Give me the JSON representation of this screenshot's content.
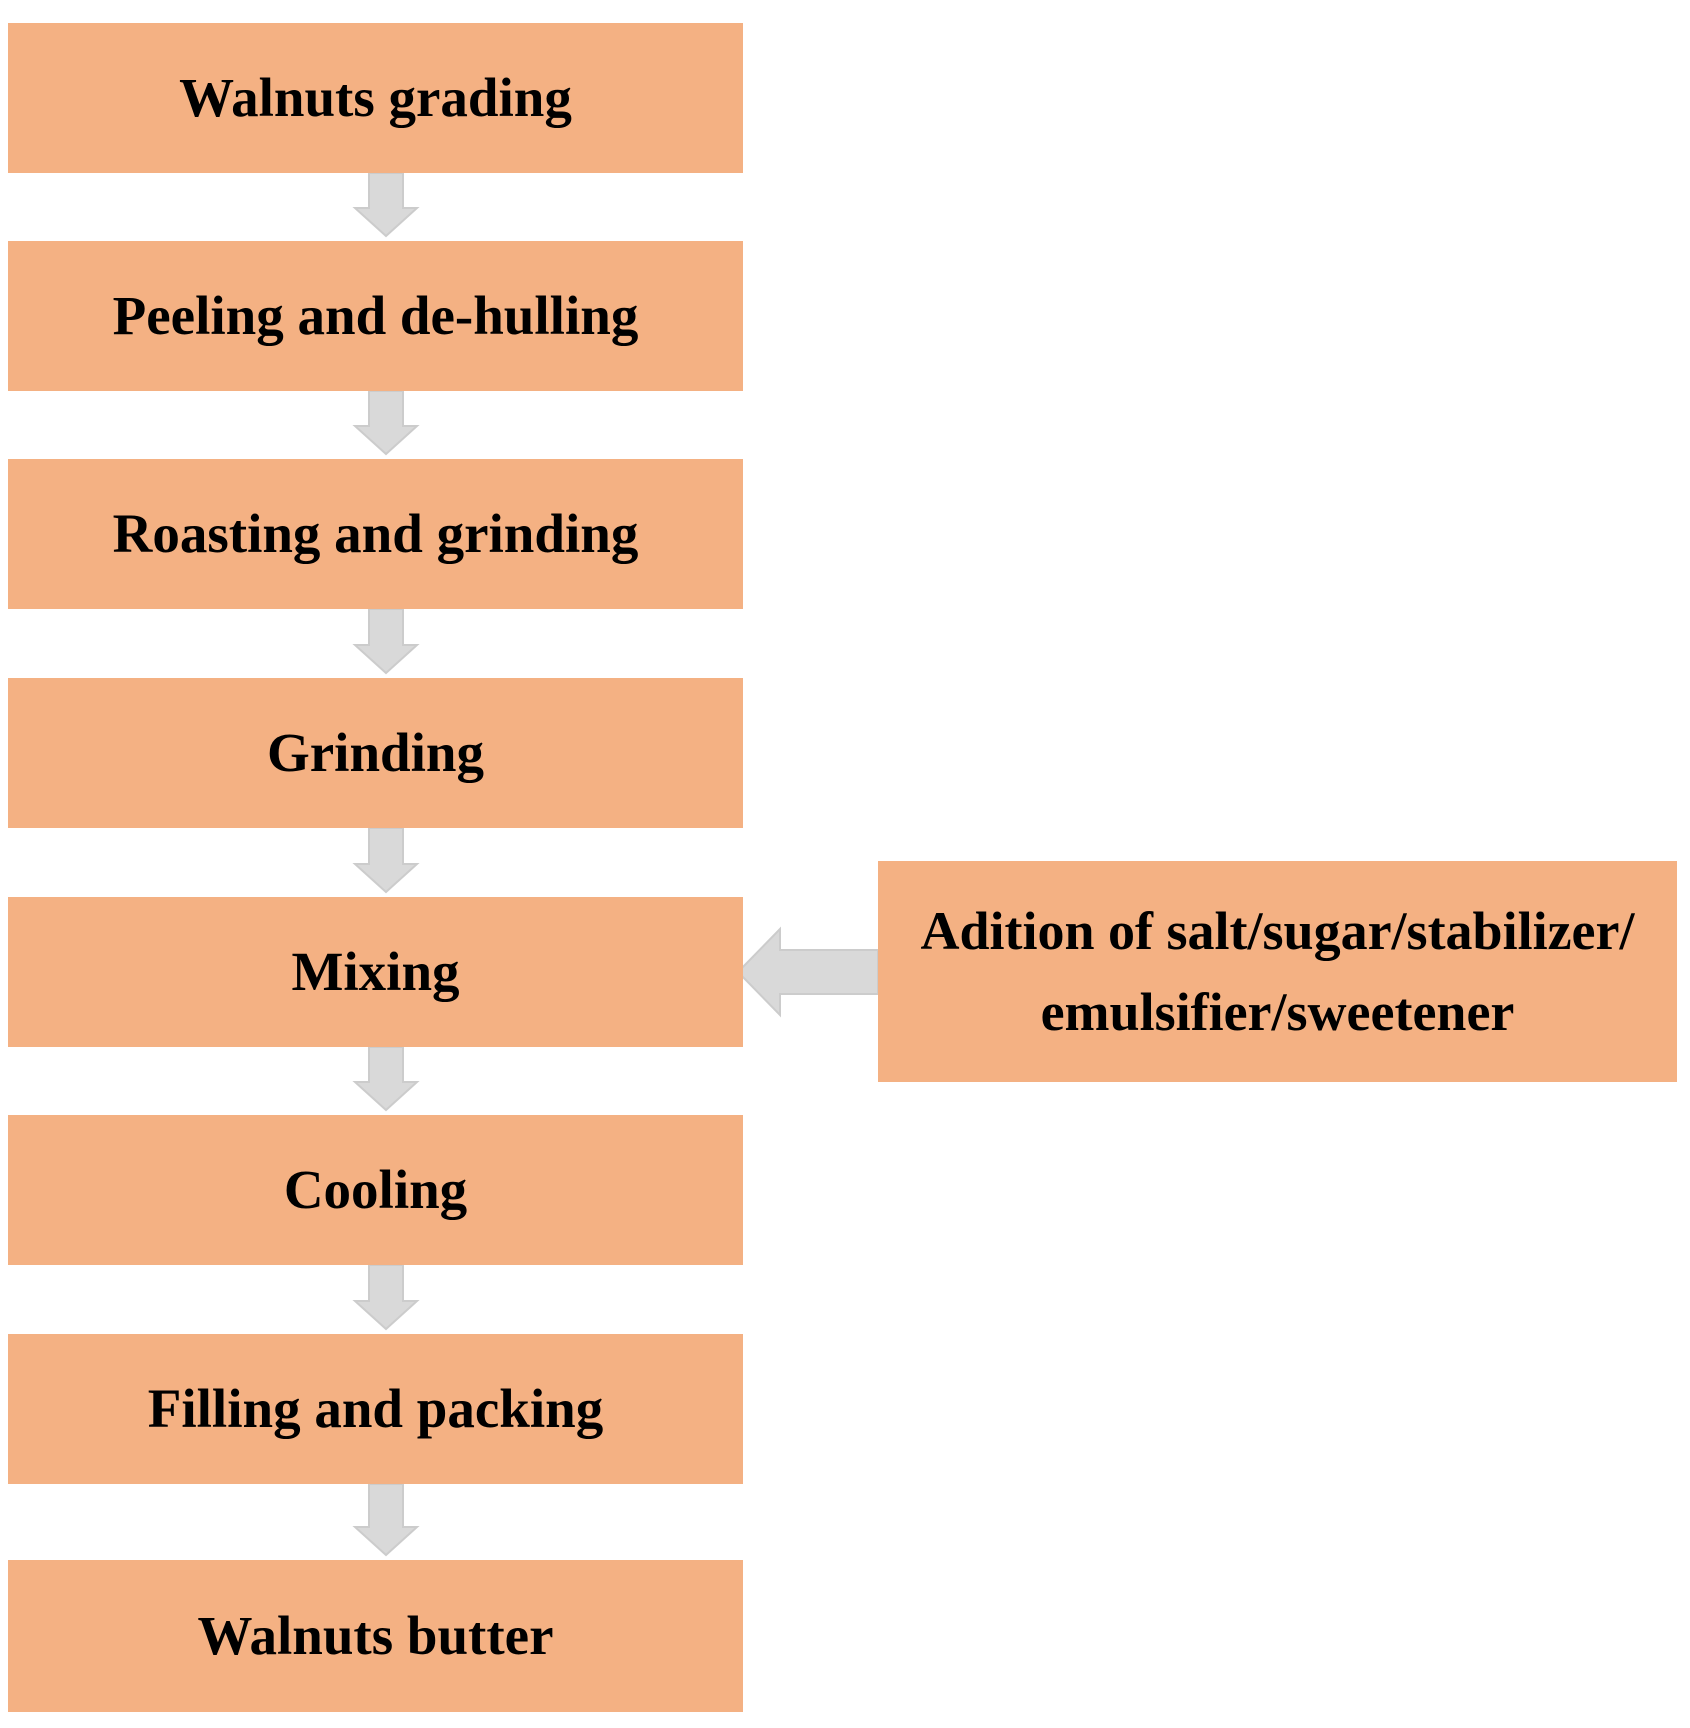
{
  "diagram": {
    "type": "flowchart",
    "background_color": "#ffffff",
    "box_fill_color": "#f4b183",
    "arrow_fill_color": "#d9d9d9",
    "text_color": "#000000",
    "flow_steps": [
      "Walnuts grading",
      "Peeling and de-hulling",
      "Roasting and grinding",
      "Grinding",
      "Mixing",
      "Cooling",
      "Filling and packing",
      "Walnuts butter"
    ],
    "side_input": {
      "label": "Adition of salt/sugar/stabilizer/\nemulsifier/sweetener",
      "connects_to": "Mixing",
      "arrow_direction": "left"
    },
    "connections": [
      {
        "from": "Walnuts grading",
        "to": "Peeling and de-hulling"
      },
      {
        "from": "Peeling and de-hulling",
        "to": "Roasting and grinding"
      },
      {
        "from": "Roasting and grinding",
        "to": "Grinding"
      },
      {
        "from": "Grinding",
        "to": "Mixing"
      },
      {
        "from": "Mixing",
        "to": "Cooling"
      },
      {
        "from": "Cooling",
        "to": "Filling and packing"
      },
      {
        "from": "Filling and packing",
        "to": "Walnuts butter"
      },
      {
        "from": "Adition of salt/sugar/stabilizer/ emulsifier/sweetener",
        "to": "Mixing"
      }
    ]
  }
}
